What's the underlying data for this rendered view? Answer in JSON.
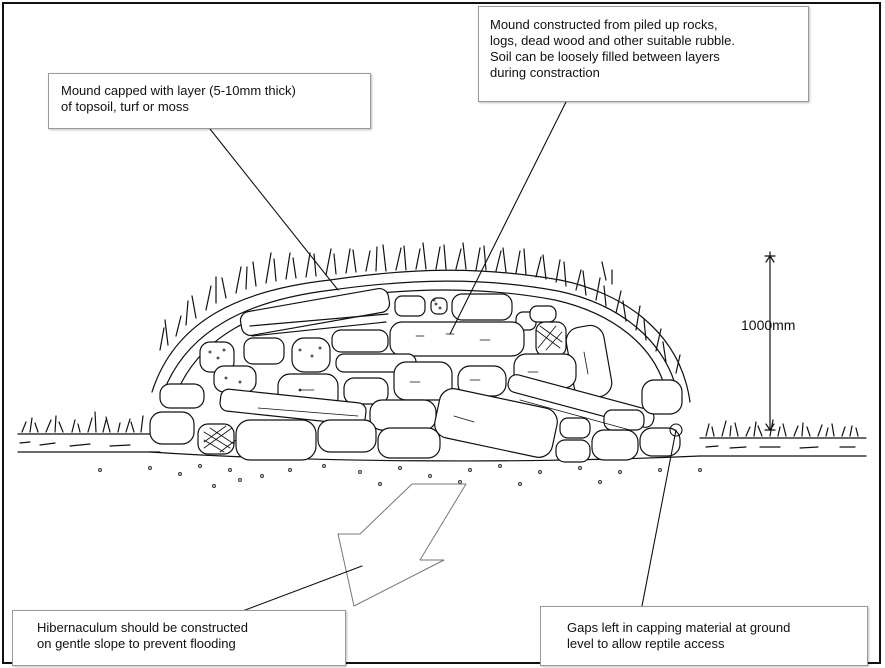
{
  "callouts": {
    "capping": "Mound capped with layer (5-10mm thick)\nof topsoil, turf or moss",
    "construction": "Mound constructed from piled up rocks,\nlogs, dead wood and other suitable rubble.\nSoil can be loosely filled between layers\nduring constraction",
    "slope": "Hibernaculum should be constructed\non gentle slope to prevent flooding",
    "gaps": "Gaps left in capping material at ground\nlevel to allow reptile access"
  },
  "dimension": {
    "label": "1000mm"
  },
  "colors": {
    "line": "#111111",
    "stone_fill": "#ffffff",
    "ground_dots": "#444444"
  }
}
